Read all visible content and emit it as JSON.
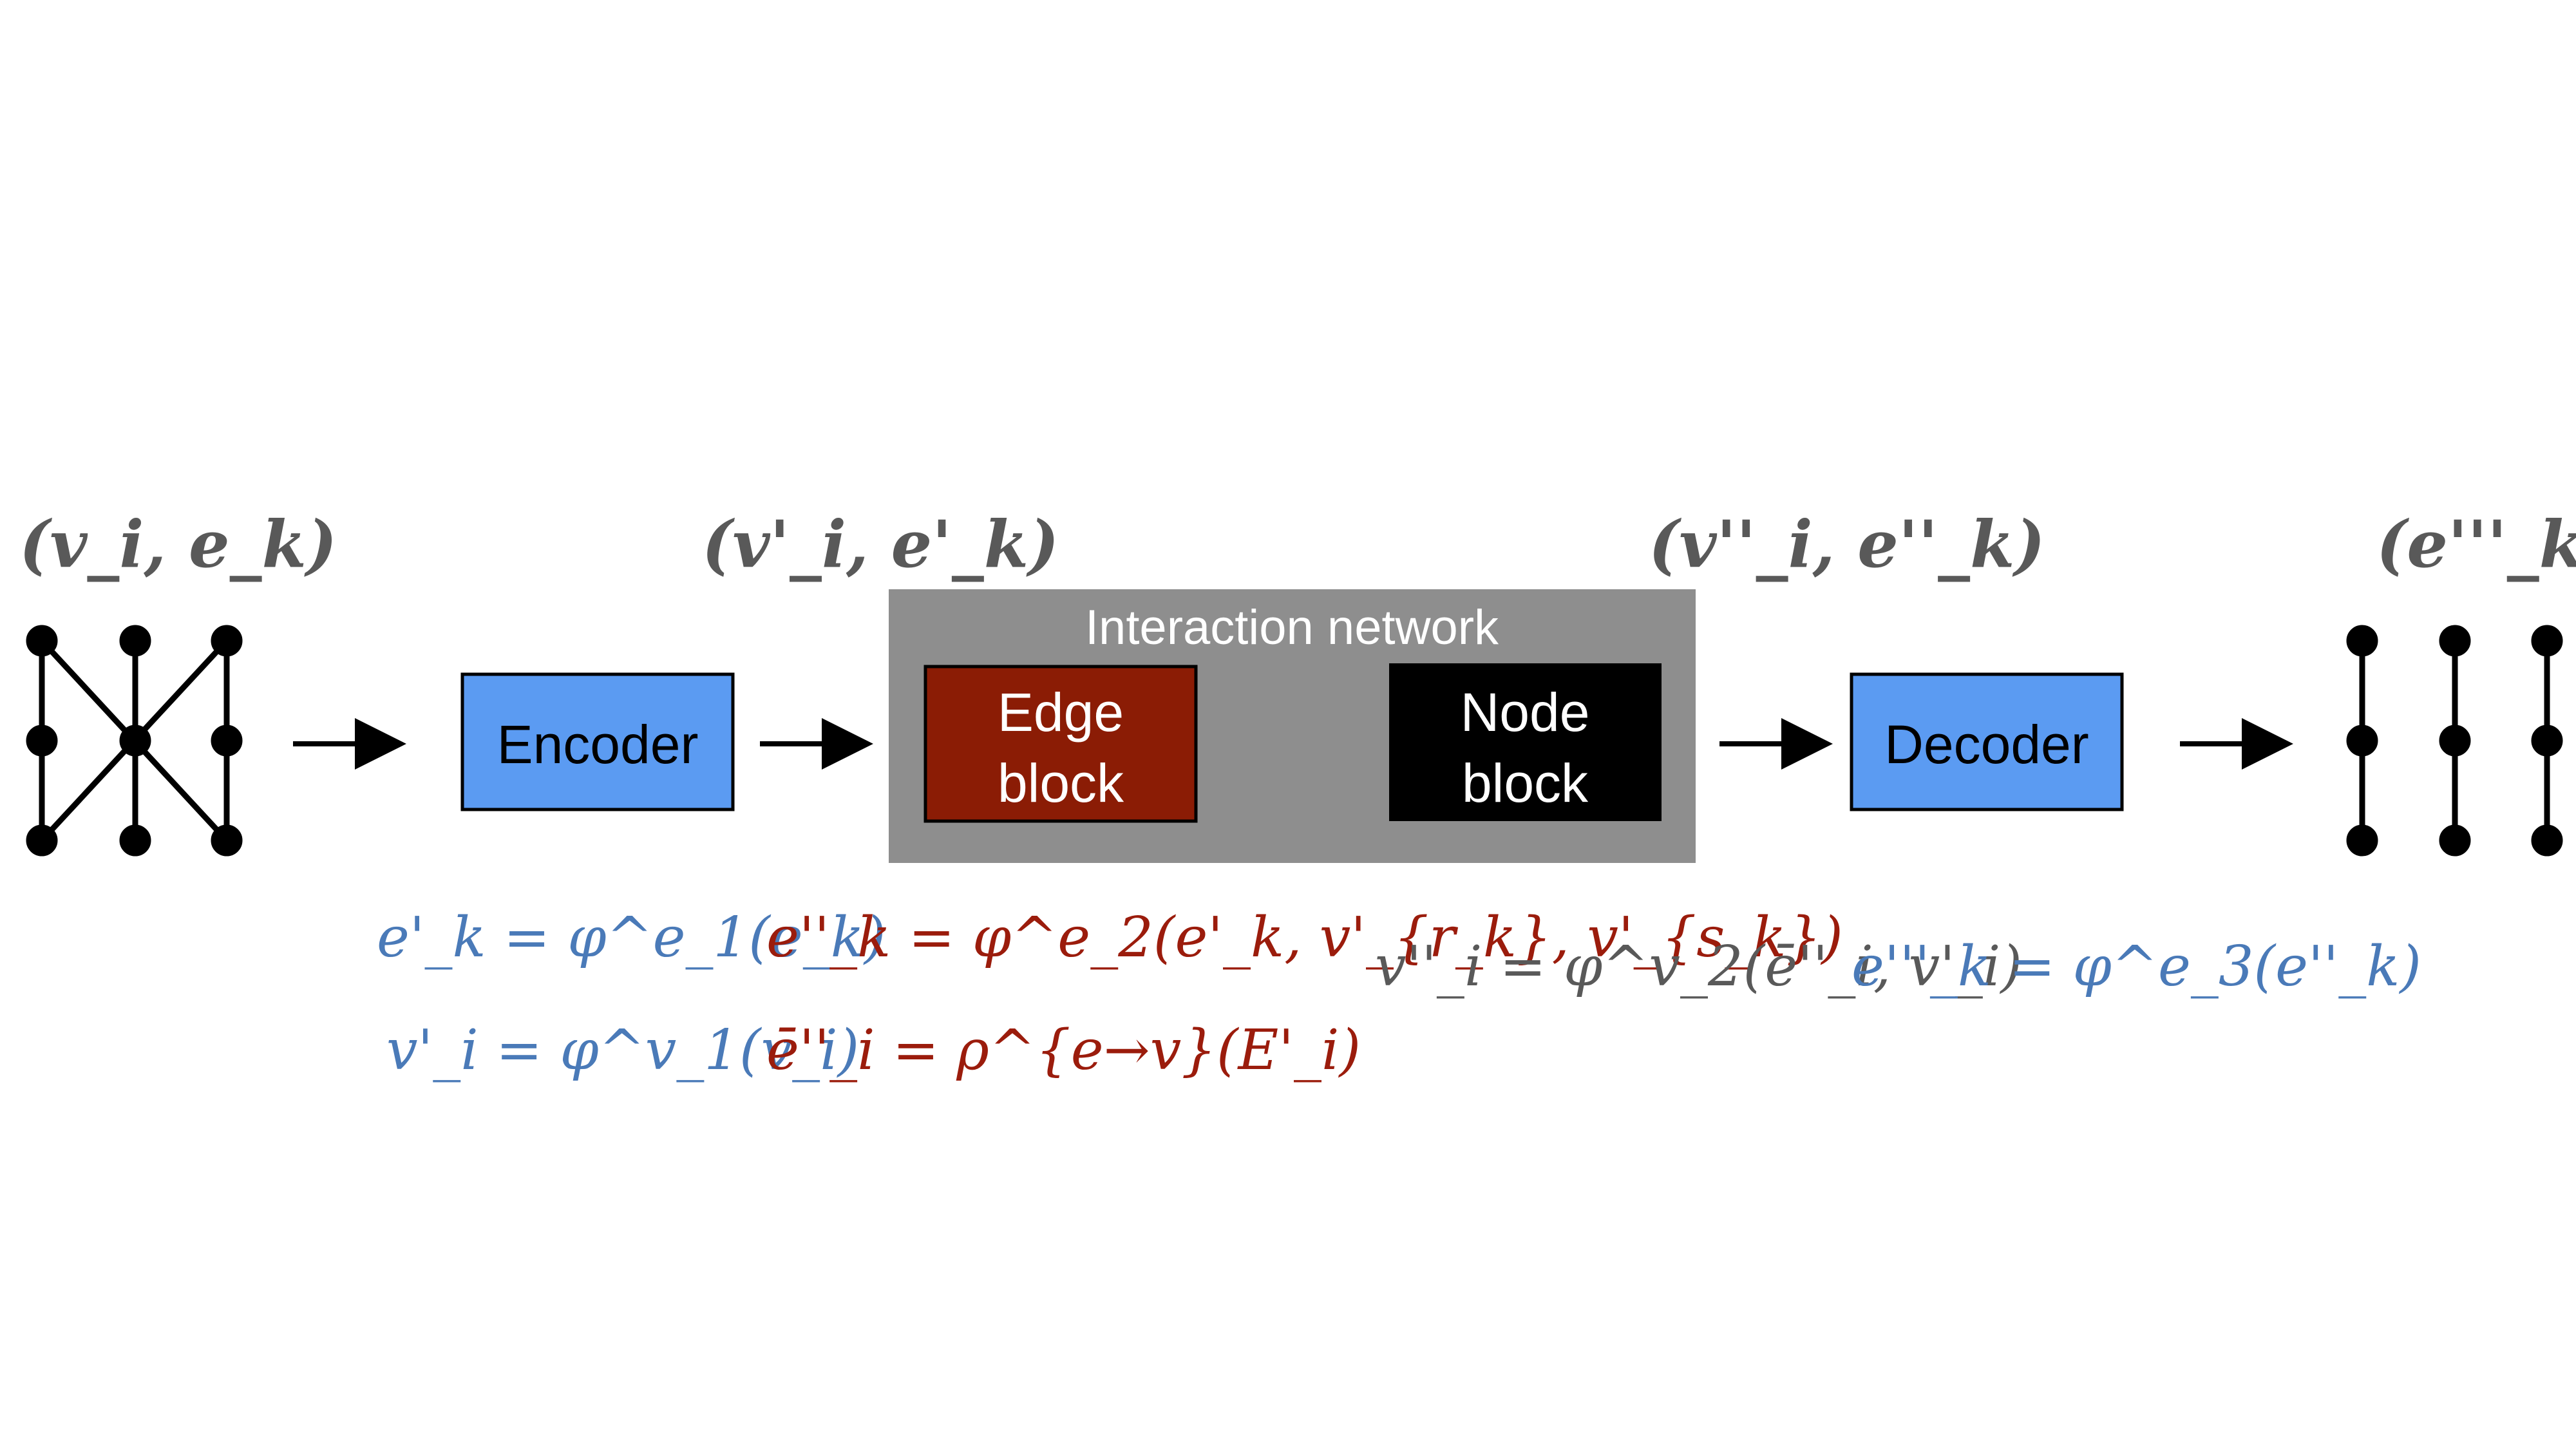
{
  "colors": {
    "encoder_fill": "#5b9bf2",
    "edge_block_fill": "#8b1c05",
    "node_block_fill": "#000000",
    "interaction_bg": "#8e8e8e",
    "equation_blue": "#4a7ab8",
    "equation_red": "#9b1c0c",
    "equation_gray": "#595959"
  },
  "icons": {
    "input_graph": "graph-icon",
    "output_graph": "graph-icon",
    "arrows": "arrow-right-icon"
  },
  "labels": {
    "encoder": "Encoder",
    "decoder": "Decoder",
    "interaction_network": "Interaction network",
    "edge_block_line1": "Edge",
    "edge_block_line2": "block",
    "node_block_line1": "Node",
    "node_block_line2": "block"
  },
  "tuples": {
    "input": "(v_i, e_k)",
    "after_encoder": "(v'_i, e'_k)",
    "after_interaction": "(v''_i, e''_k)",
    "output": "(e'''_k)"
  },
  "equations": {
    "encoder_edge": "e'_k = φ^e_1(e_k)",
    "encoder_node": "v'_i = φ^v_1(v_i)",
    "edge_update": "e''_k = φ^e_2(e'_k, v'_{r_k}, v'_{s_k})",
    "edge_aggregate": "ē''_i = ρ^{e→v}(E'_i)",
    "node_update": "v''_i = φ^v_2(ē''_i, v'_i)",
    "decoder_edge": "e'''_k = φ^e_3(e''_k)"
  }
}
